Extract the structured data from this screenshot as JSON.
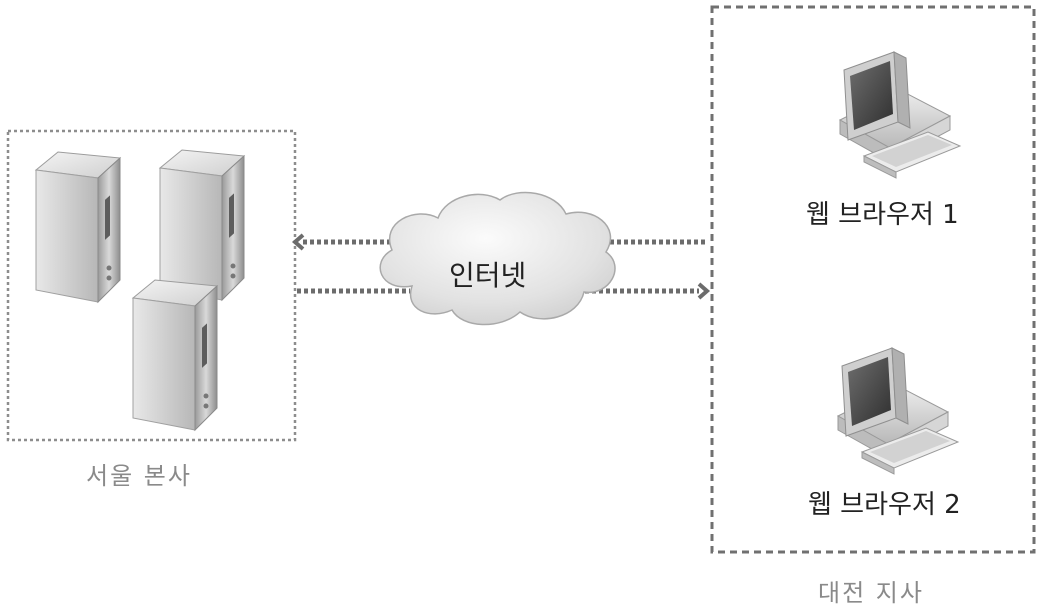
{
  "diagram": {
    "internet_label": "인터넷",
    "hq": {
      "label": "서울 본사"
    },
    "branch": {
      "label": "대전 지사",
      "clients": [
        {
          "label": "웹 브라우저 1"
        },
        {
          "label": "웹 브라우저 2"
        }
      ]
    }
  }
}
